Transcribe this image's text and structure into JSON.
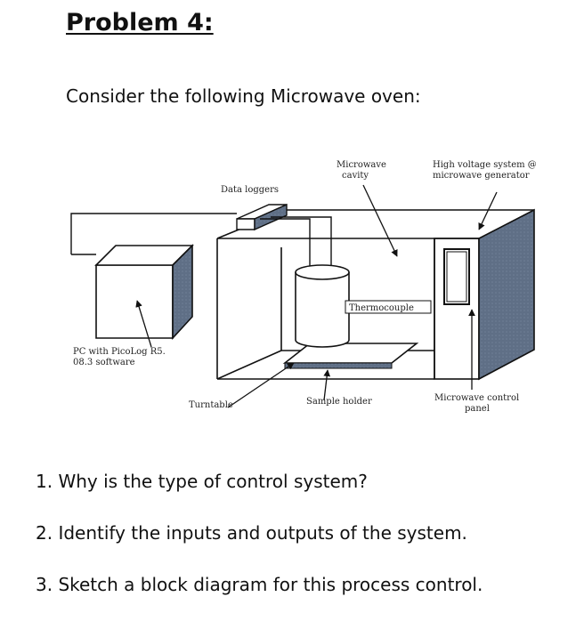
{
  "problem": {
    "title": "Problem 4:",
    "intro": "Consider the following Microwave oven:"
  },
  "figure": {
    "labels": {
      "microwave_cavity": [
        "Microwave",
        "cavity"
      ],
      "high_voltage": [
        "High voltage system @",
        "microwave generator"
      ],
      "data_loggers": "Data loggers",
      "thermocouple": "Thermocouple",
      "pc": [
        "PC with PicoLog R5.",
        "08.3 software"
      ],
      "turntable": "Turntable",
      "sample_holder": "Sample holder",
      "control_panel": [
        "Microwave control",
        "panel"
      ]
    }
  },
  "questions": [
    "1. Why is the type of control system?",
    "2. Identify the inputs and outputs of the system.",
    "3. Sketch a block diagram for this process control."
  ]
}
